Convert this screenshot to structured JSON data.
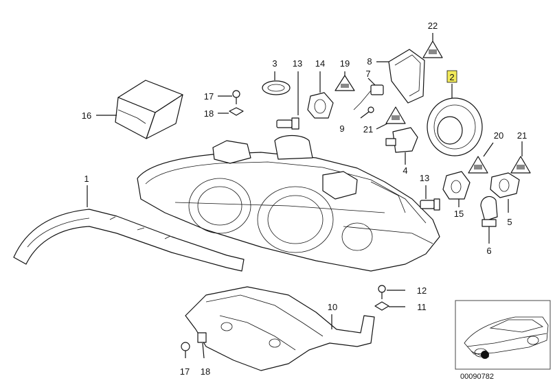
{
  "callouts": {
    "n1": "1",
    "n2": "2",
    "n3": "3",
    "n4": "4",
    "n5": "5",
    "n6": "6",
    "n7": "7",
    "n8": "8",
    "n9": "9",
    "n10": "10",
    "n11": "11",
    "n12": "12",
    "n13a": "13",
    "n13b": "13",
    "n14": "14",
    "n15": "15",
    "n16": "16",
    "n17a": "17",
    "n17b": "17",
    "n18a": "18",
    "n18b": "18",
    "n19": "19",
    "n20": "20",
    "n21a": "21",
    "n21b": "21",
    "n22": "22"
  },
  "highlighted_part": "2",
  "highlight_color": "#f2ea5a",
  "inset": {
    "reference_code": "00090782"
  }
}
